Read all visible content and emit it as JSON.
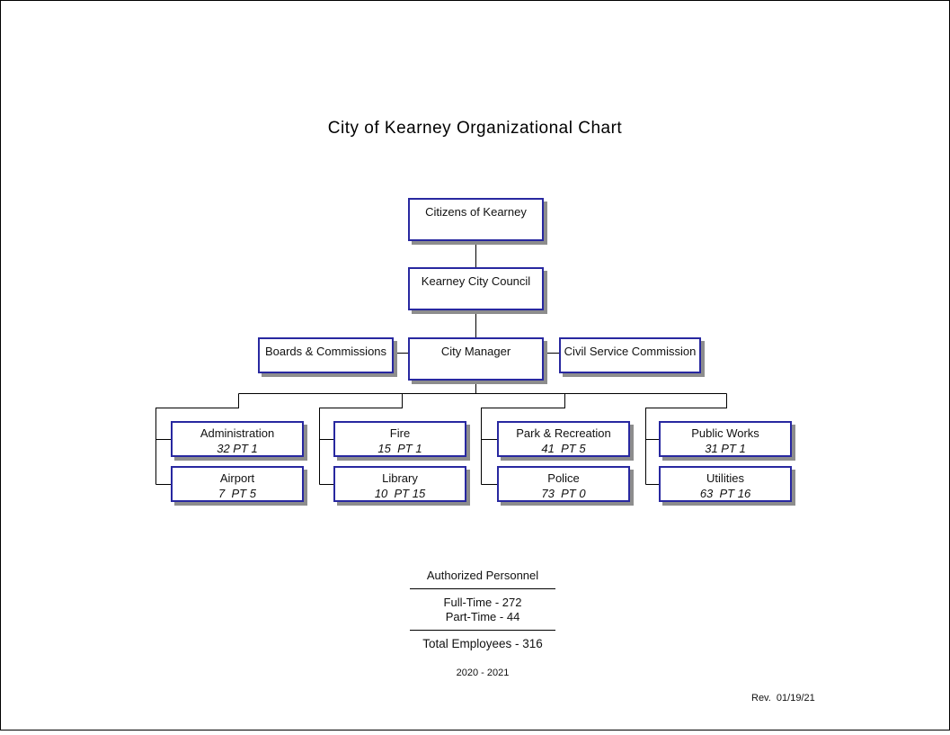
{
  "title": "City of Kearney Organizational Chart",
  "org": {
    "citizens": "Citizens of Kearney",
    "council": "Kearney City Council",
    "boards": "Boards & Commissions",
    "city_manager": "City Manager",
    "civil_service": "Civil Service Commission",
    "departments": [
      {
        "name": "Administration",
        "staff": "32 PT 1"
      },
      {
        "name": "Fire",
        "staff": "15  PT 1"
      },
      {
        "name": "Park & Recreation",
        "staff": "41  PT 5"
      },
      {
        "name": "Public Works",
        "staff": "31 PT 1"
      },
      {
        "name": "Airport",
        "staff": "7  PT 5"
      },
      {
        "name": "Library",
        "staff": "10  PT 15"
      },
      {
        "name": "Police",
        "staff": "73  PT 0"
      },
      {
        "name": "Utilities",
        "staff": "63  PT 16"
      }
    ]
  },
  "summary": {
    "heading": "Authorized Personnel",
    "full_time": "Full-Time - 272",
    "part_time": "Part-Time - 44",
    "total": "Total Employees - 316",
    "years": "2020 - 2021"
  },
  "revision": "Rev.  01/19/21",
  "colors": {
    "box_border": "#2828a0",
    "box_shadow": "#8d8d8d",
    "connector_line": "#000000"
  }
}
